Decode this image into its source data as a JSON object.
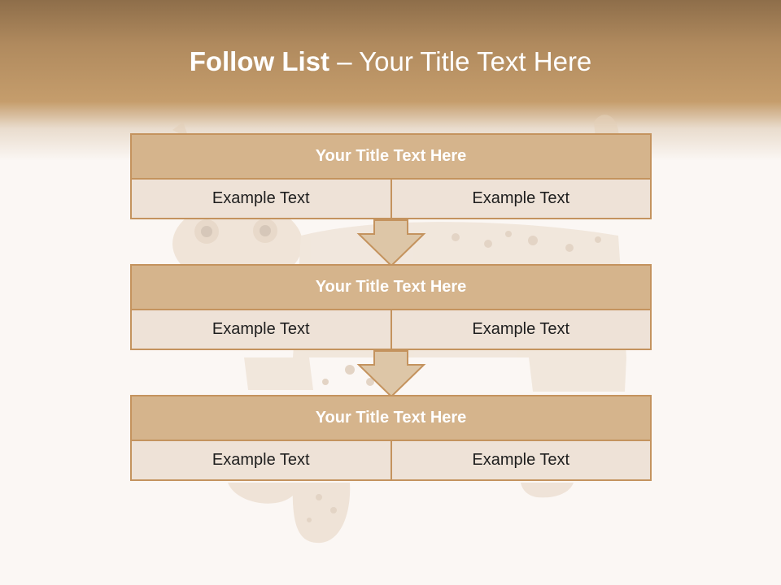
{
  "slide": {
    "title_bold": "Follow List",
    "title_rest": " – Your Title Text Here"
  },
  "steps": [
    {
      "title": "Your Title Text Here",
      "left": "Example Text",
      "right": "Example Text"
    },
    {
      "title": "Your Title Text Here",
      "left": "Example Text",
      "right": "Example Text"
    },
    {
      "title": "Your Title Text Here",
      "left": "Example Text",
      "right": "Example Text"
    }
  ],
  "colors": {
    "header_top": "#8e6e4a",
    "header_band": "#c59d6c",
    "block_border": "#c4935e",
    "block_head_fill": "#d5b48c",
    "block_body_fill": "#eee2d7",
    "arrow_fill": "#ddc6a7"
  }
}
